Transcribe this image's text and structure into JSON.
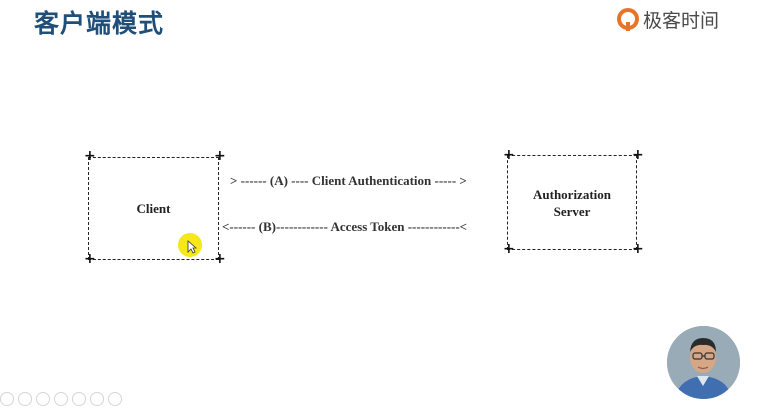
{
  "header": {
    "title": "客户端模式",
    "brand": "极客时间"
  },
  "diagram": {
    "nodes": {
      "client": "Client",
      "auth_server_line1": "Authorization",
      "auth_server_line2": "Server"
    },
    "flows": {
      "a": "> ------ (A) ---- Client Authentication ----- >",
      "b": "<------ (B)------------ Access Token ------------<"
    }
  },
  "colors": {
    "title": "#1f4e79",
    "brand_logo": "#e8742a",
    "cursor_highlight": "#f4e400"
  }
}
